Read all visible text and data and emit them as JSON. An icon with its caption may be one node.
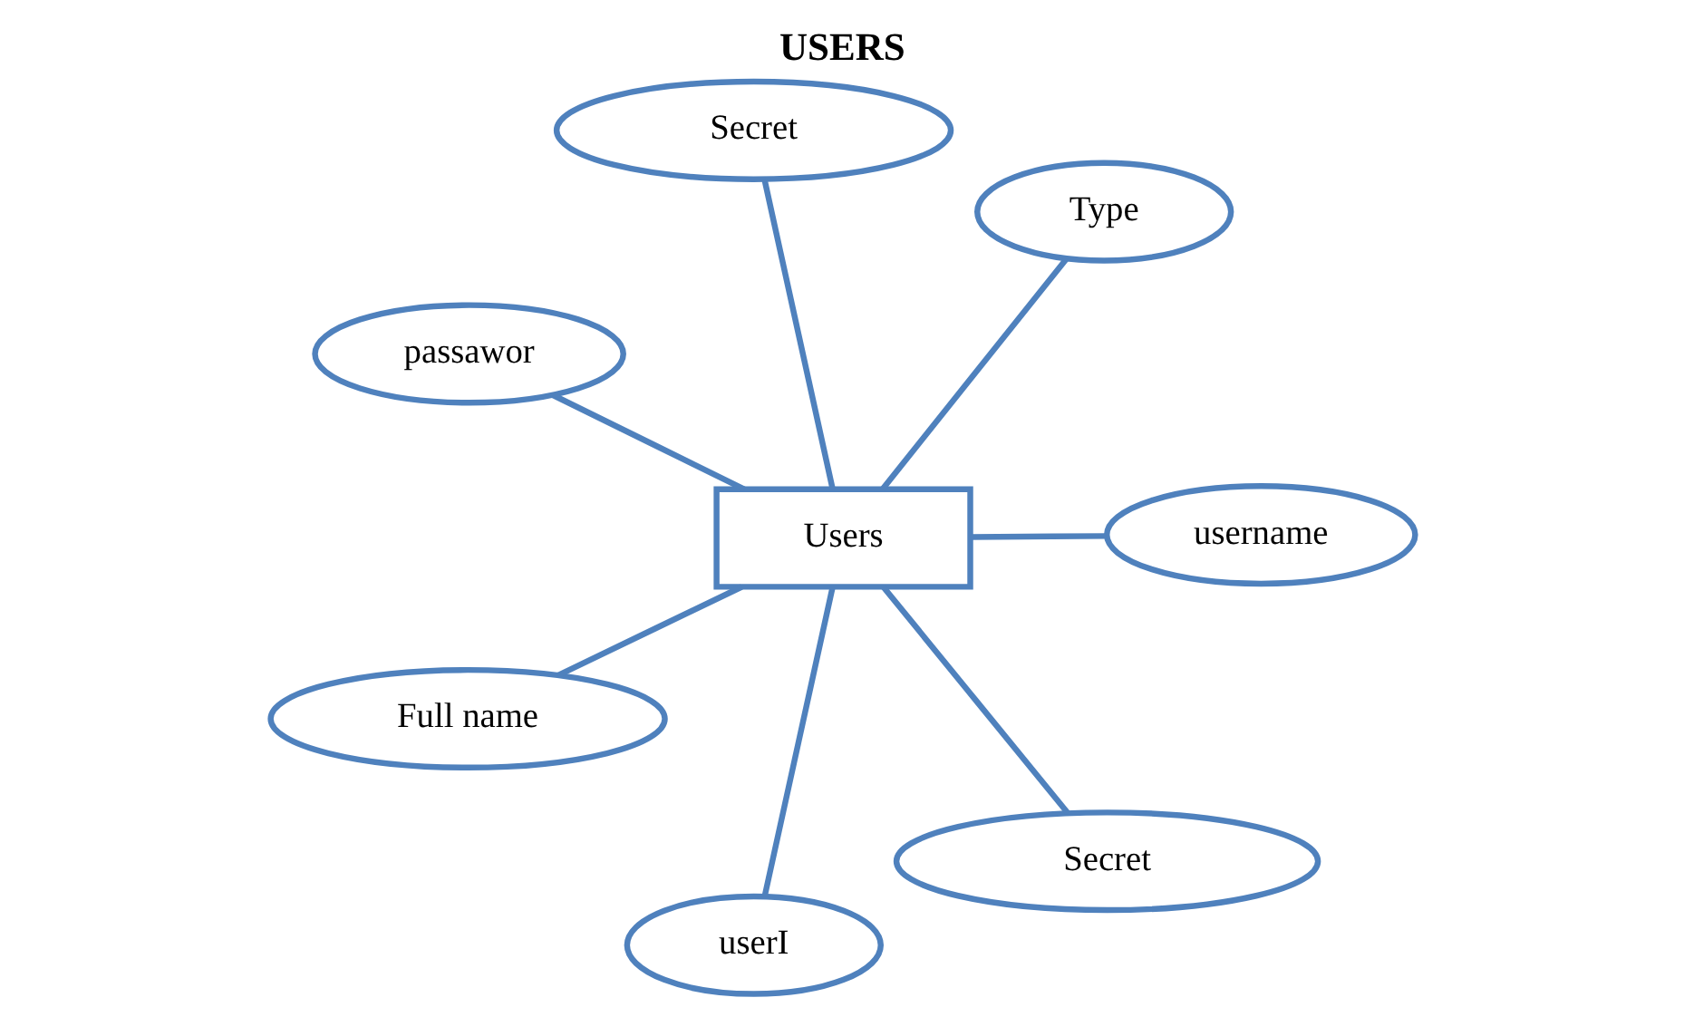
{
  "diagram": {
    "title": "USERS",
    "nodes": [
      {
        "text": [
          "Users"
        ]
      },
      {
        "text": [
          "username"
        ]
      },
      {
        "text": [
          "userI"
        ]
      },
      {
        "text": [
          "passawor"
        ]
      },
      {
        "text": [
          "Type"
        ]
      },
      {
        "text": [
          "Secret"
        ]
      },
      {
        "text": [
          "Full name"
        ]
      },
      {
        "text": [
          "Secret"
        ]
      }
    ],
    "edges": [
      {
        "from": 0,
        "to": 1,
        "arrow": "none"
      },
      {
        "from": 0,
        "to": 2,
        "arrow": "none"
      },
      {
        "from": 0,
        "to": 3,
        "arrow": "none"
      },
      {
        "from": 0,
        "to": 4,
        "arrow": "none"
      },
      {
        "from": 0,
        "to": 5,
        "arrow": "none"
      },
      {
        "from": 0,
        "to": 6,
        "arrow": "none"
      },
      {
        "from": 0,
        "to": 7,
        "arrow": "none"
      }
    ]
  }
}
